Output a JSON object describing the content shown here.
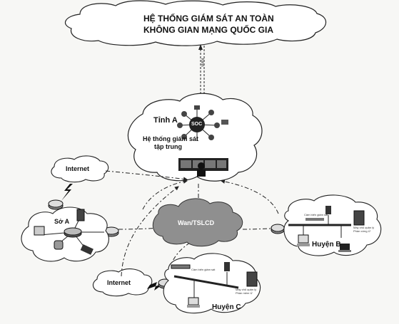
{
  "national": {
    "line1": "HỆ THỐNG GIÁM SÁT AN TOÀN",
    "line2": "KHÔNG GIAN MẠNG QUỐC GIA"
  },
  "link_label": "Kênh",
  "province": {
    "name": "Tỉnh A",
    "soc": "SOC",
    "system_line1": "Hệ thống giám sát",
    "system_line2": "tập trung"
  },
  "internet_top": "Internet",
  "internet_bottom": "Internet",
  "wan": "Wan/TSLCD",
  "so_a": "Sở A",
  "huyen_b": {
    "name": "Huyện B",
    "sensor": "Cảm biến giám sát",
    "server": "Máy chủ quản lý Phần cứng Ứ"
  },
  "huyen_c": {
    "name": "Huyện C",
    "sensor": "Cảm biến giám sát",
    "server": "Máy chủ quản lý Phần mềm Ứ"
  },
  "colors": {
    "ink": "#1a1a1a",
    "wan_fill": "#8f8f8f",
    "cloud_fill": "#ffffff"
  }
}
